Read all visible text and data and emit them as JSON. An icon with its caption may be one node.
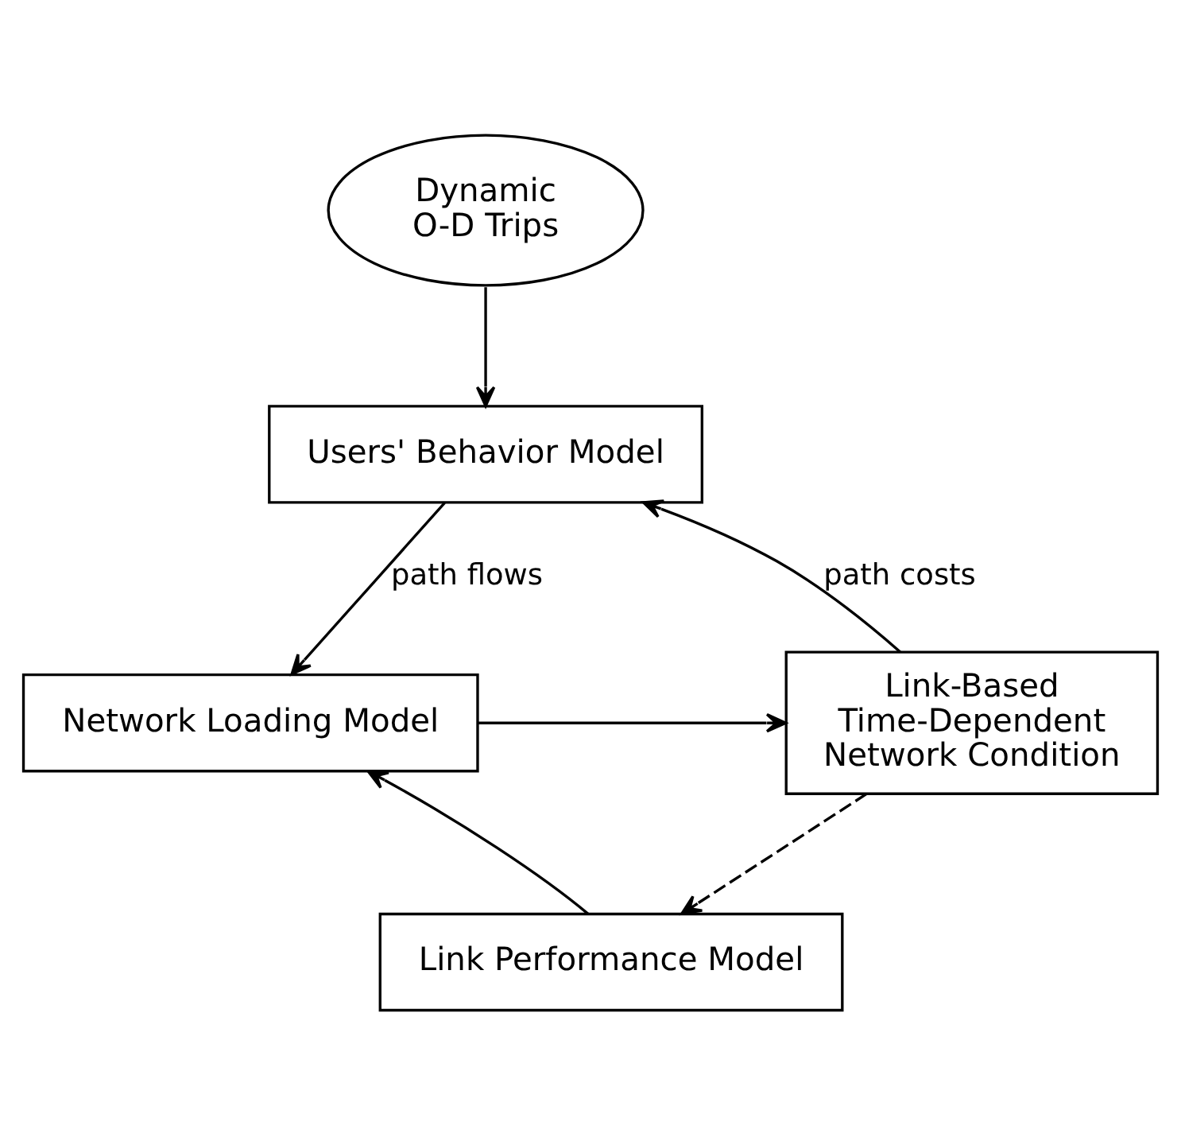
{
  "diagram": {
    "nodes": [
      {
        "text": [
          "Dynamic O-D Trips"
        ]
      },
      {
        "text": [
          "Users' Behavior Model"
        ]
      },
      {
        "text": [
          "Network Loading Model"
        ]
      },
      {
        "text": [
          "Link-Based Time-Dependent Network Condition"
        ]
      },
      {
        "text": [
          "Link Performance Model"
        ]
      }
    ],
    "edges": [
      {
        "from": 0,
        "to": 1,
        "arrow": "to"
      },
      {
        "from": 1,
        "to": 2,
        "arrow": "to",
        "label": "path flows"
      },
      {
        "from": 2,
        "to": 3,
        "arrow": "to"
      },
      {
        "from": 3,
        "to": 1,
        "arrow": "to",
        "label": "path costs"
      },
      {
        "from": 3,
        "to": 4,
        "arrow": "to",
        "style": "dashed"
      },
      {
        "from": 4,
        "to": 2,
        "arrow": "to"
      }
    ]
  }
}
